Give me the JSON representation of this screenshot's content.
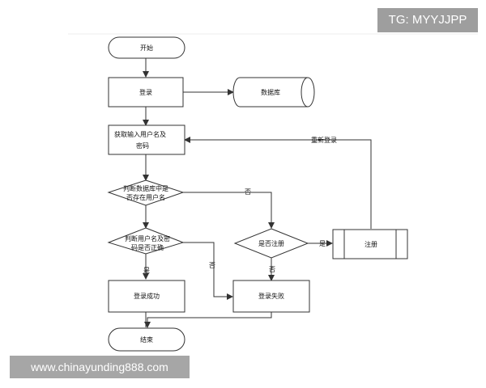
{
  "watermarks": {
    "top_right": "TG: MYYJJPP",
    "bottom_left": "www.chinayunding888.com"
  },
  "nodes": {
    "start": "开始",
    "login": "登录",
    "database": "数据库",
    "get_input_line1": "获取输入用户名及",
    "get_input_line2": "密码",
    "check_user_line1": "判断数据库中是",
    "check_user_line2": "否存在用户名",
    "check_password_line1": "判断用户名及密",
    "check_password_line2": "码是否正确",
    "should_register": "是否注册",
    "register": "注册",
    "login_success": "登录成功",
    "login_failed": "登录失败",
    "end": "结束"
  },
  "edges": {
    "relogin": "重新登录",
    "no_1": "否",
    "yes_1": "是",
    "no_2": "否",
    "yes_2": "是",
    "no_3": "否"
  },
  "colors": {
    "stroke": "#333333",
    "node_fill": "#ffffff",
    "text": "#111111"
  }
}
